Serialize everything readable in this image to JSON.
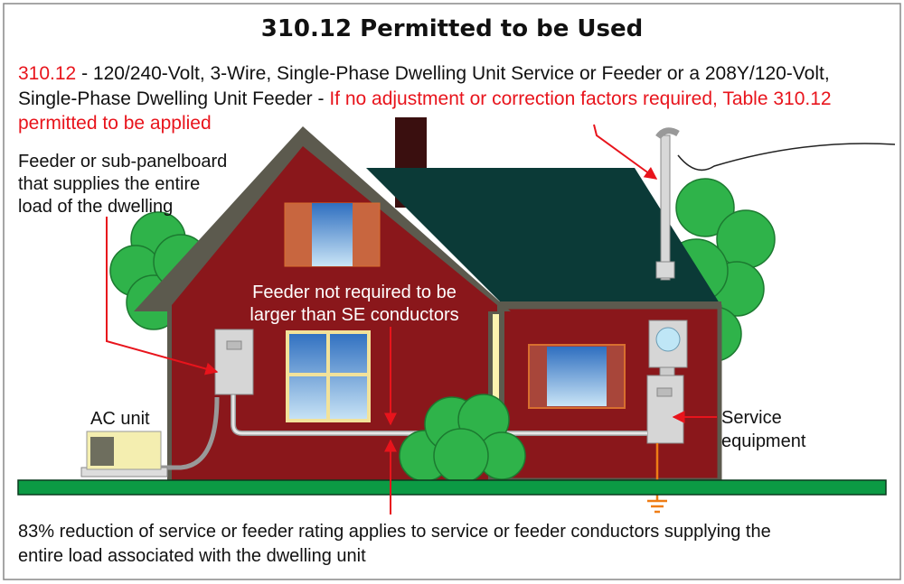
{
  "title": "310.12 Permitted to be Used",
  "intro": {
    "ref": "310.12",
    "line1_rest": " - 120/240-Volt, 3-Wire, Single-Phase Dwelling Unit Service or Feeder or a 208Y/120-Volt,",
    "line2_black": "Single-Phase Dwelling Unit Feeder - ",
    "line2_red": "If no adjustment or correction factors required, Table 310.12",
    "line3_red": "permitted to be applied"
  },
  "labels": {
    "feeder_panel": [
      "Feeder or sub-panelboard",
      "that supplies the entire",
      "load of the dwelling"
    ],
    "feeder_size": [
      "Feeder not required to be",
      "larger than SE conductors"
    ],
    "ac_unit": "AC unit",
    "service_equipment": [
      "Service",
      "equipment"
    ],
    "reduction": [
      "83% reduction of service or feeder rating applies to service or feeder conductors supplying the",
      "entire load associated with the dwelling unit"
    ]
  },
  "colors": {
    "accent_red": "#e8141c",
    "house_red": "#8a171b",
    "roof_green": "#0b3a37",
    "grass": "#0c9a44",
    "tree": "#2fb34a"
  }
}
